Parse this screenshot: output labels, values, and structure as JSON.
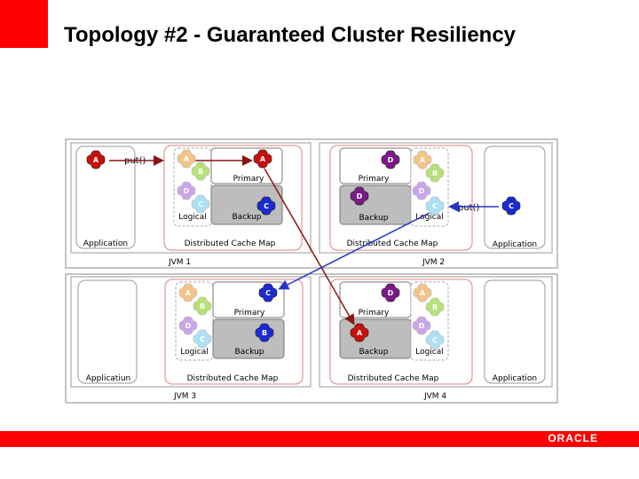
{
  "slide": {
    "title": "Topology #2 - Guaranteed Cluster Resiliency",
    "logo_text": "ORACLE"
  },
  "labels": {
    "put": "put()",
    "application": "Application",
    "application_alt": "Applicatiun",
    "primary": "Primary",
    "backup": "Backup",
    "logical": "Logical",
    "cache_map": "Distributed Cache Map"
  },
  "jvms": [
    {
      "name": "JVM 1"
    },
    {
      "name": "JVM 2"
    },
    {
      "name": "JVM 3"
    },
    {
      "name": "JVM 4"
    }
  ],
  "nodes": {
    "A": "A",
    "B": "B",
    "C": "C",
    "D": "D"
  },
  "colors": {
    "accent": "#ff0000",
    "A": "#c8100a",
    "B": "#1c2ad0",
    "C": "#1c2ad0",
    "D": "#7a1a86",
    "faded_A": "#f2c48a",
    "faded_B": "#b8e07a",
    "faded_C": "#aee0f5",
    "faded_D": "#c9a6e8",
    "arrow_red": "#8b1414",
    "arrow_blue": "#2a35c8"
  }
}
